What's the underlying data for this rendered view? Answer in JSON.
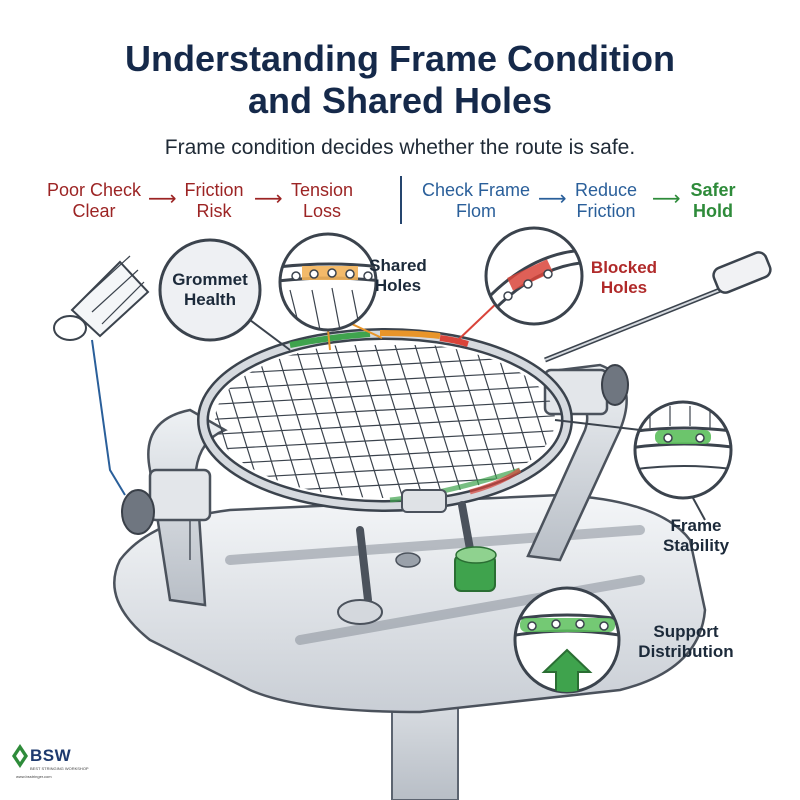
{
  "title_line1": "Understanding Frame Condition",
  "title_line2": "and Shared Holes",
  "subtitle": "Frame condition decides whether the route is safe.",
  "flow_left": [
    {
      "l1": "Poor Check",
      "l2": "Clear"
    },
    {
      "l1": "Friction",
      "l2": "Risk"
    },
    {
      "l1": "Tension",
      "l2": "Loss"
    }
  ],
  "flow_right": [
    {
      "l1": "Check Frame",
      "l2": "Flom"
    },
    {
      "l1": "Reduce",
      "l2": "Friction"
    },
    {
      "l1": "Safer",
      "l2": "Hold"
    }
  ],
  "callouts": {
    "grommet": {
      "l1": "Grommet",
      "l2": "Health"
    },
    "shared": {
      "l1": "Shared",
      "l2": "Holes"
    },
    "blocked": {
      "l1": "Blocked",
      "l2": "Holes"
    },
    "stability": {
      "l1": "Frame",
      "l2": "Stability"
    },
    "support": {
      "l1": "Support",
      "l2": "Distribution"
    }
  },
  "logo": {
    "name": "BSW",
    "tagline": "BEST STRINGING WORKSHOP",
    "url": "www.bsstringer.com"
  },
  "colors": {
    "title": "#15294a",
    "red": "#9c2424",
    "blue": "#2a5f9a",
    "green": "#2e8b3a",
    "orange": "#e8952a"
  },
  "icons": [
    "shuttlecock-icon",
    "arrow-right-icon",
    "up-arrow-icon",
    "knob-icon"
  ]
}
